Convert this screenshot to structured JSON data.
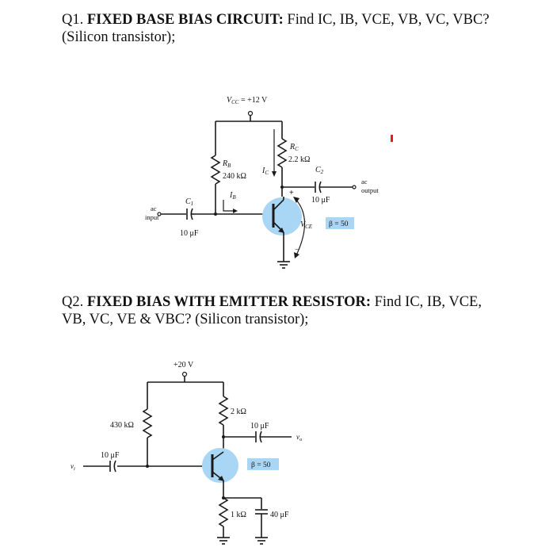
{
  "q1": {
    "label": "Q1.",
    "heading": "FIXED BASE BIAS CIRCUIT:",
    "question": "Find IC, IB, VCE, VB, VC, VBC? (Silicon transistor);"
  },
  "q2": {
    "label": "Q2.",
    "heading": "FIXED BIAS WITH EMITTER RESISTOR:",
    "question": "Find IC, IB, VCE, VB, VC, VE & VBC? (Silicon transistor);"
  },
  "circuit1": {
    "vcc": "V",
    "vcc_sub": "CC",
    "vcc_value": " = +12 V",
    "rb_name": "R",
    "rb_sub": "B",
    "rb_value": "240 kΩ",
    "rc_name": "R",
    "rc_sub": "C",
    "rc_value": "2.2 kΩ",
    "ic_name": "I",
    "ic_sub": "C",
    "ib_name": "I",
    "ib_sub": "B",
    "c1_name": "C",
    "c1_sub": "1",
    "c1_value": "10 μF",
    "c2_name": "C",
    "c2_sub": "2",
    "c2_value": "10 μF",
    "input_line1": "ac",
    "input_line2": "input",
    "output_line1": "ac",
    "output_line2": "output",
    "vce_name": "V",
    "vce_sub": "CE",
    "plus_sign": "+",
    "minus_sign": "−",
    "beta": "β = 50"
  },
  "circuit2": {
    "vcc_value": "+20 V",
    "rb_value": "430 kΩ",
    "rc_value": "2 kΩ",
    "c_in_value": "10 μF",
    "c_out_value": "10 μF",
    "vi_name": "v",
    "vi_sub": "i",
    "vo_name": "v",
    "vo_sub": "o",
    "re_value": "1 kΩ",
    "ce_value": "40 μF",
    "beta": "β = 50"
  },
  "colors": {
    "transistor_highlight": "#a9d6f5",
    "beta_box": "#a9d6f5",
    "red_mark": "#e02020"
  }
}
